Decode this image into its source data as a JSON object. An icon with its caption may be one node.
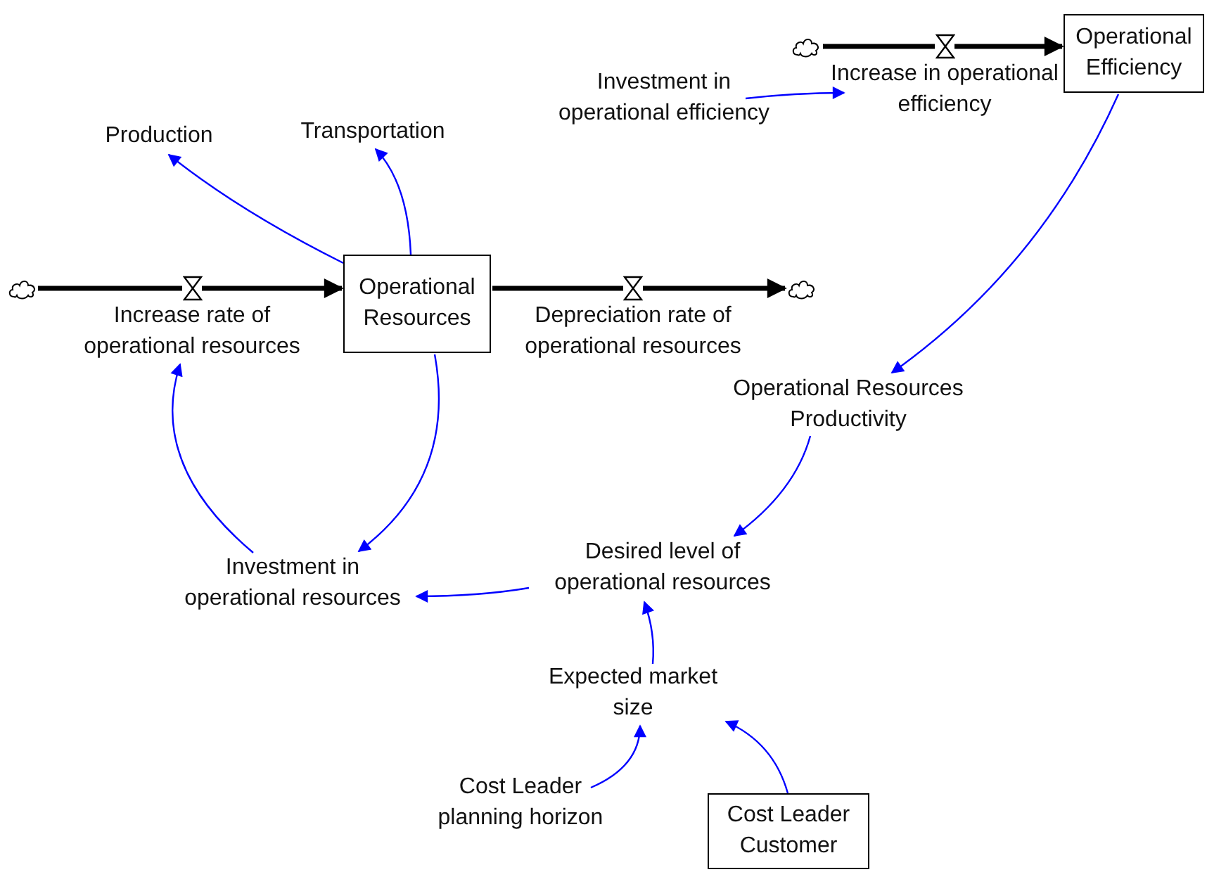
{
  "diagram": {
    "nodes": [
      {
        "text": [],
        "shape": "cloud"
      },
      {
        "text": [
          "Increase rate of operational resources"
        ]
      },
      {
        "text": [
          "Operational Resources"
        ]
      },
      {
        "text": [
          "Depreciation rate of operational resources"
        ]
      },
      {
        "text": [],
        "shape": "cloud"
      },
      {
        "text": [
          "Production"
        ]
      },
      {
        "text": [
          "Transportation"
        ]
      },
      {
        "text": [
          "Investment in operational resources"
        ]
      },
      {
        "text": [
          "Desired level of operational resources"
        ]
      },
      {
        "text": [
          "Operational Resources Productivity"
        ]
      },
      {
        "text": [
          "Expected market size"
        ]
      },
      {
        "text": [
          "Cost Leader planning horizon"
        ]
      },
      {
        "text": [
          "Cost Leader Customer"
        ]
      },
      {
        "text": [],
        "shape": "cloud"
      },
      {
        "text": [
          "Increase in operational efficiency"
        ]
      },
      {
        "text": [
          "Operational Efficiency"
        ]
      },
      {
        "text": [
          "Investment in operational efficiency"
        ]
      }
    ],
    "edges": [
      {
        "from": 0,
        "to": 1,
        "arrow": "none",
        "style": "thick",
        "color": "#000000"
      },
      {
        "from": 1,
        "to": 2,
        "arrow": "to",
        "style": "thick",
        "color": "#000000"
      },
      {
        "from": 2,
        "to": 3,
        "arrow": "none",
        "style": "thick",
        "color": "#000000"
      },
      {
        "from": 3,
        "to": 4,
        "arrow": "to",
        "style": "thick",
        "color": "#000000"
      },
      {
        "from": 13,
        "to": 14,
        "arrow": "none",
        "style": "thick",
        "color": "#000000"
      },
      {
        "from": 14,
        "to": 15,
        "arrow": "to",
        "style": "thick",
        "color": "#000000"
      },
      {
        "from": 2,
        "to": 5,
        "arrow": "to"
      },
      {
        "from": 2,
        "to": 6,
        "arrow": "to"
      },
      {
        "from": 2,
        "to": 7,
        "arrow": "to"
      },
      {
        "from": 7,
        "to": 1,
        "arrow": "to"
      },
      {
        "from": 8,
        "to": 7,
        "arrow": "to"
      },
      {
        "from": 9,
        "to": 8,
        "arrow": "to"
      },
      {
        "from": 10,
        "to": 8,
        "arrow": "to"
      },
      {
        "from": 11,
        "to": 10,
        "arrow": "to"
      },
      {
        "from": 12,
        "to": 10,
        "arrow": "to"
      },
      {
        "from": 15,
        "to": 9,
        "arrow": "to"
      },
      {
        "from": 16,
        "to": 14,
        "arrow": "to"
      }
    ]
  }
}
